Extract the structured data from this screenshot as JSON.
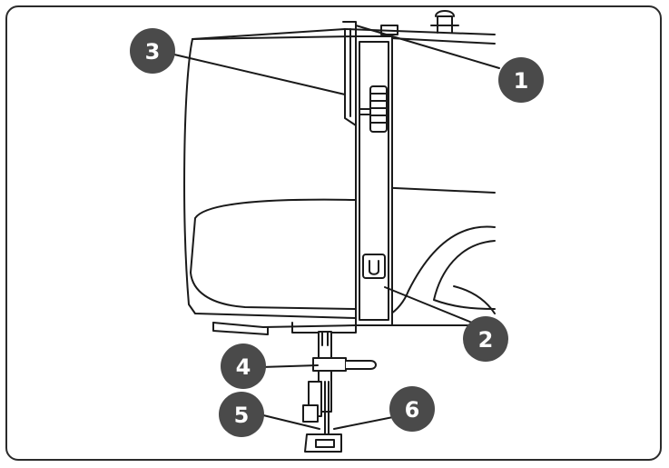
{
  "diagram": {
    "callouts": [
      {
        "id": "1",
        "label": "1"
      },
      {
        "id": "2",
        "label": "2"
      },
      {
        "id": "3",
        "label": "3"
      },
      {
        "id": "4",
        "label": "4"
      },
      {
        "id": "5",
        "label": "5"
      },
      {
        "id": "6",
        "label": "6"
      }
    ],
    "colors": {
      "callout_fill": "#4a4a4a",
      "line": "#1a1a1a",
      "body_fill": "#ffffff",
      "frame": "#2b2b2b"
    }
  }
}
